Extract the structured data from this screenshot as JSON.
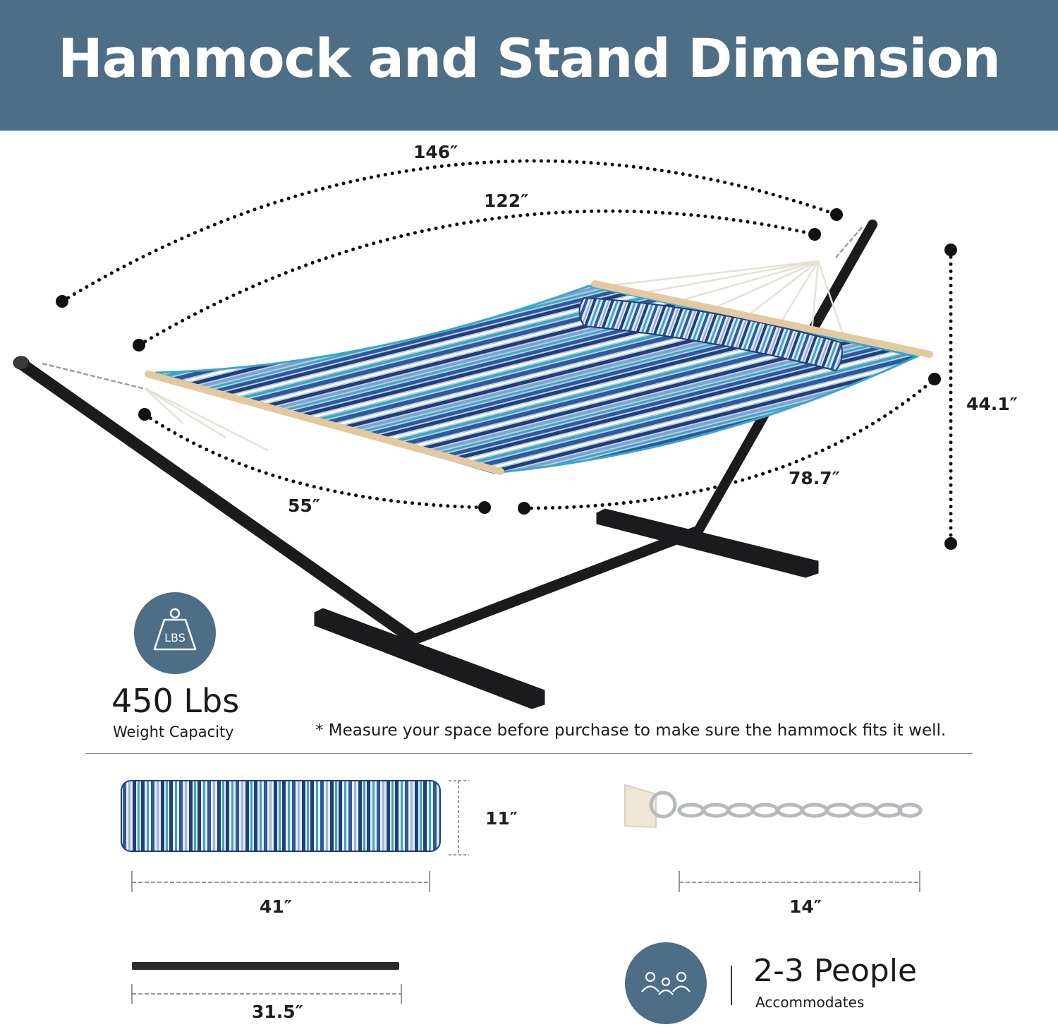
{
  "header": {
    "title": "Hammock and Stand Dimension"
  },
  "dimensions": {
    "overall_length": "146″",
    "bed_length": "122″",
    "stand_height": "44.1″",
    "bed_width": "55″",
    "stand_width": "78.7″",
    "pillow_height": "11″",
    "pillow_length": "41″",
    "chain_length": "14″",
    "spreader_bar_length": "31.5″"
  },
  "capacity": {
    "value": "450 Lbs",
    "label": "Weight Capacity",
    "icon_text": "LBS"
  },
  "note": "* Measure your space before purchase to make sure the hammock fits it well.",
  "people": {
    "value": "2-3 People",
    "label": "Accommodates"
  },
  "colors": {
    "banner": "#4e6e86",
    "stand": "#1b1b1d",
    "stripe_navy": "#1f3f7a",
    "stripe_teal": "#3aa7c4",
    "stripe_light": "#b9cbe2"
  }
}
